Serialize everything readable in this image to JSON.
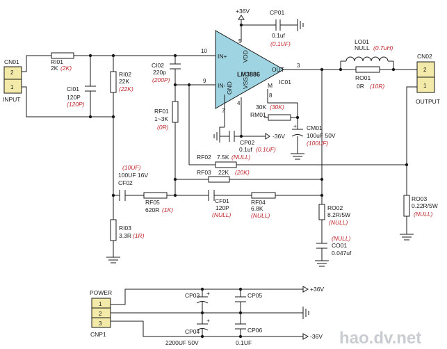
{
  "connectors": {
    "cn01": {
      "ref": "CN01",
      "pin_top": "2",
      "pin_bottom": "1",
      "label": "INPUT"
    },
    "cn02": {
      "ref": "CN02",
      "pin_top": "2",
      "pin_bottom": "1",
      "label": "OUTPUT"
    },
    "cnp1": {
      "ref": "CNP1",
      "label": "POWER",
      "pin1": "1",
      "pin2": "2",
      "pin3": "3"
    }
  },
  "components": {
    "ri01": {
      "ref": "RI01",
      "value": "2K",
      "alt": "(2K)"
    },
    "ci01": {
      "ref": "CI01",
      "value": "120P",
      "alt": "(120P)"
    },
    "ri02": {
      "ref": "RI02",
      "value": "22K",
      "alt": "(22K)"
    },
    "ci02": {
      "ref": "CI02",
      "value": "220p",
      "alt": "(200P)"
    },
    "rf01": {
      "ref": "RF01",
      "value": "1~3K",
      "alt": "(0R)"
    },
    "rf02": {
      "ref": "RF02",
      "value": "7.5K",
      "alt": "(NULL)"
    },
    "rf03": {
      "ref": "RF03",
      "value": "22K",
      "alt": "(20K)"
    },
    "cf02": {
      "ref": "CF02",
      "value": "100UF 16V",
      "alt": "(10UF)"
    },
    "rf05": {
      "ref": "RF05",
      "value": "620R",
      "alt": "(1K)"
    },
    "cf01": {
      "ref": "CF01",
      "value": "120P",
      "alt": "(NULL)"
    },
    "rf04": {
      "ref": "RF04",
      "value": "6.8K",
      "alt": "(NULL)"
    },
    "ri03": {
      "ref": "RI03",
      "value": "3.3R",
      "alt": "(1R)"
    },
    "cp01": {
      "ref": "CP01",
      "value": "0.1uf",
      "alt": "(0.1UF)"
    },
    "cp02": {
      "ref": "CP02",
      "value": "0.1uf",
      "alt": "(0.1UF)"
    },
    "rm01": {
      "ref": "RM01",
      "value": "30K",
      "alt": "(30K)"
    },
    "cm01": {
      "ref": "CM01",
      "value": "100uF 50V",
      "alt": "(100UF)"
    },
    "lo01": {
      "ref": "LO01",
      "value": "NULL",
      "alt": "(0.7uH)"
    },
    "ro01": {
      "ref": "RO01",
      "value": "0R",
      "alt": "(10R)"
    },
    "ro02": {
      "ref": "RO02",
      "value": "8.2R/5W",
      "alt": "(NULL)"
    },
    "co01": {
      "ref": "CO01",
      "value": "0.047uf",
      "alt": "(NULL)"
    },
    "ro03": {
      "ref": "RO03",
      "value": "0.22R/5W",
      "alt": "(NULL)"
    },
    "cp03": {
      "ref": "CP03"
    },
    "cp04": {
      "ref": "CP04"
    },
    "cp05": {
      "ref": "CP05"
    },
    "cp06": {
      "ref": "CP06"
    },
    "bulk_caps": {
      "value": "2200UF 50V"
    },
    "bypass_caps": {
      "value": "0.1UF"
    }
  },
  "ic": {
    "chip": "LM3886",
    "ref": "IC01",
    "in_plus": "IN+",
    "in_minus": "IN-",
    "out": "OUT",
    "vdd": "VDD",
    "vss": "VSS",
    "gnd": "GND",
    "mute": "M",
    "pin_in_plus": "10",
    "pin_in_minus": "9",
    "pin_out": "3",
    "pin_vdd": "5",
    "pin_vss": "4",
    "pin_gnd": "7",
    "pin_mute": "8"
  },
  "rails": {
    "positive": "+36V",
    "negative": "-36V"
  },
  "watermark": "hao.dv.net"
}
